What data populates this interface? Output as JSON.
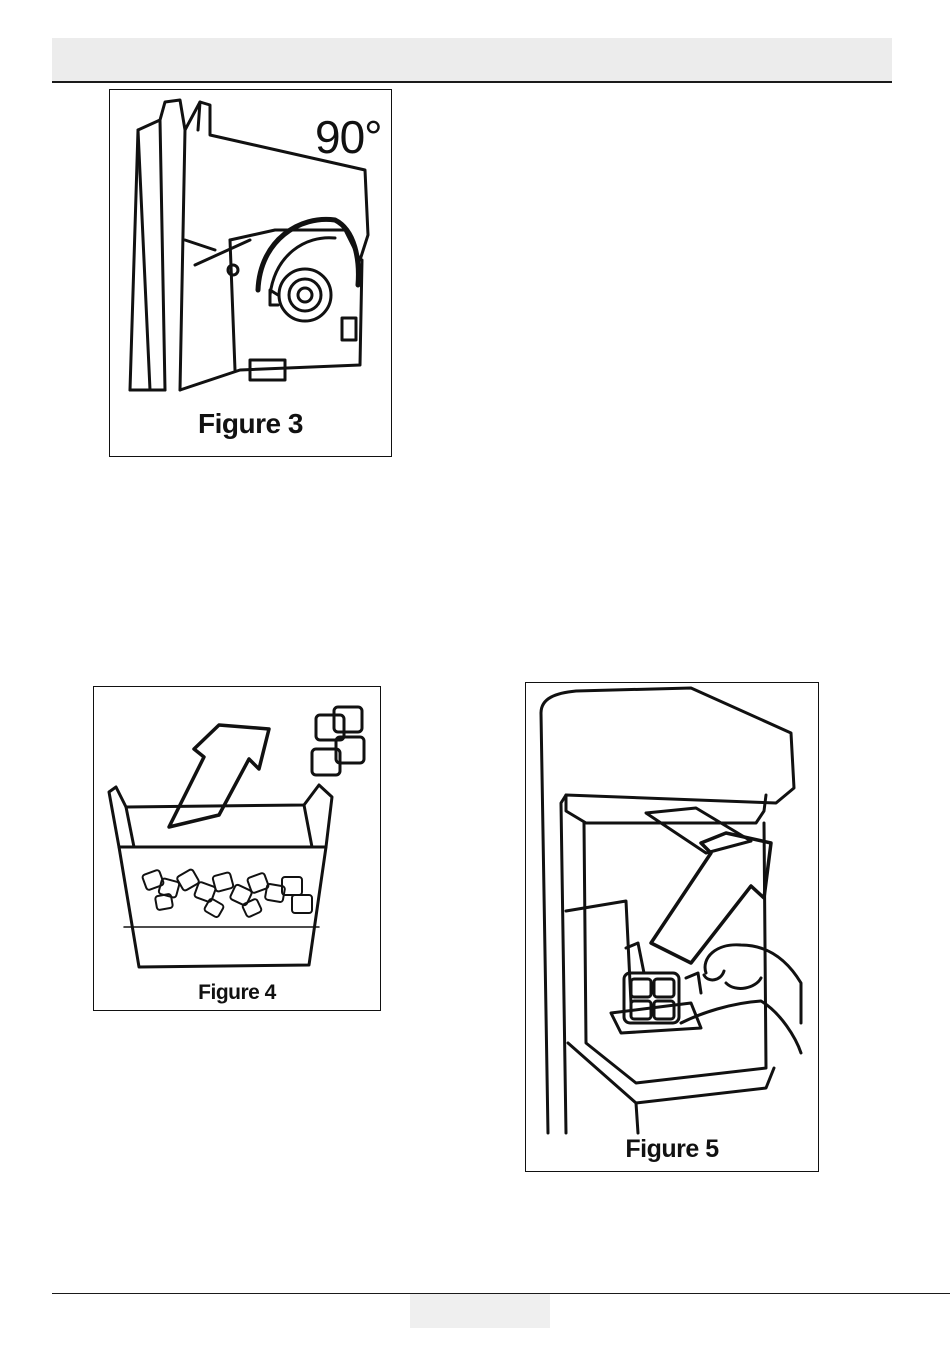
{
  "figures": {
    "fig3": {
      "caption": "Figure 3",
      "angle_label": "90°"
    },
    "fig4": {
      "caption": "Figure 4"
    },
    "fig5": {
      "caption": "Figure 5"
    }
  },
  "colors": {
    "ink": "#111111",
    "header_fill": "#ececec",
    "footer_fill": "#efefef"
  }
}
